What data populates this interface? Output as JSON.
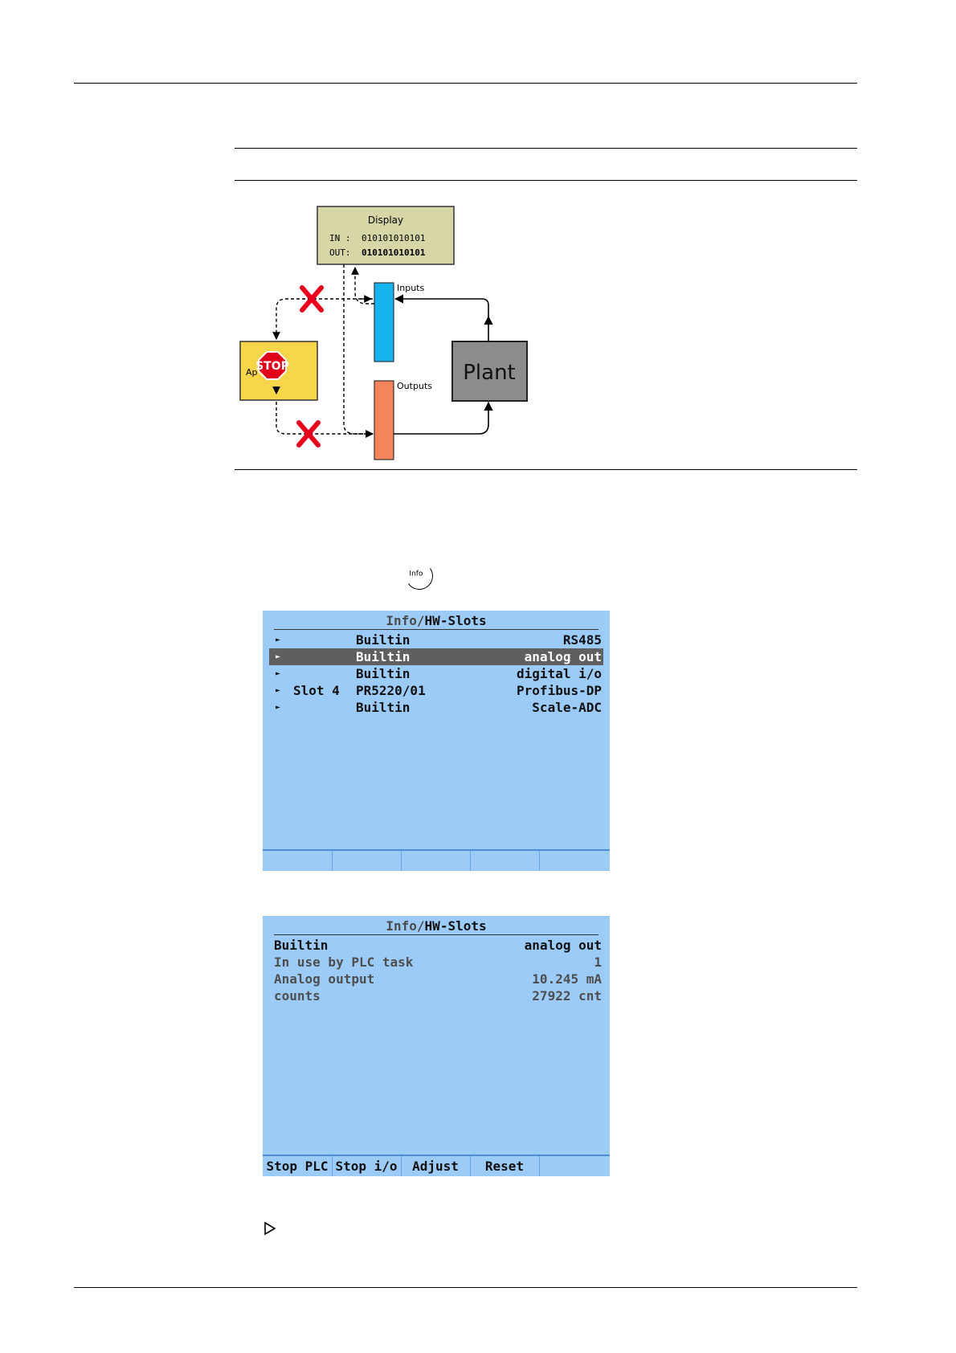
{
  "diagram": {
    "display_title": "Display",
    "display_in_label": "IN :",
    "display_in_value": "010101010101",
    "display_out_label": "OUT:",
    "display_out_value": "010101010101",
    "inputs_label": "Inputs",
    "outputs_label": "Outputs",
    "plant_label": "Plant",
    "app_label_partial": "Ap",
    "stop_label": "STOP"
  },
  "info_key_label": "Info",
  "screen1": {
    "title_prefix": "Info/",
    "title_main": "HW-Slots",
    "rows": [
      {
        "slot": "",
        "name": "Builtin",
        "type": "RS485",
        "selected": false
      },
      {
        "slot": "",
        "name": "Builtin",
        "type": "analog out",
        "selected": true
      },
      {
        "slot": "",
        "name": "Builtin",
        "type": "digital i/o",
        "selected": false
      },
      {
        "slot": "Slot 4",
        "name": "PR5220/01",
        "type": "Profibus-DP",
        "selected": false
      },
      {
        "slot": "",
        "name": "Builtin",
        "type": "Scale-ADC",
        "selected": false
      }
    ],
    "softkeys": [
      "",
      "",
      "",
      "",
      ""
    ]
  },
  "screen2": {
    "title_prefix": "Info/",
    "title_main": "HW-Slots",
    "rows": [
      {
        "label": "Builtin",
        "value": "analog out"
      },
      {
        "label": "In use by PLC task",
        "value": "1"
      },
      {
        "label": "Analog output",
        "value": "10.245 mA"
      },
      {
        "label": "counts",
        "value": "27922 cnt"
      }
    ],
    "softkeys": [
      "Stop PLC",
      "Stop i/o",
      "Adjust",
      "Reset",
      ""
    ]
  },
  "colors": {
    "lcd_bg": "#9dcbf8",
    "lcd_selected": "#5f5f5f",
    "display_box": "#d6d6a6",
    "inputs_bar": "#15b4f0",
    "outputs_bar": "#f4845a",
    "plant_box": "#8c8c8c",
    "app_box": "#f7d64a",
    "stop_red": "#e0001a",
    "cross_red": "#e8001c"
  }
}
